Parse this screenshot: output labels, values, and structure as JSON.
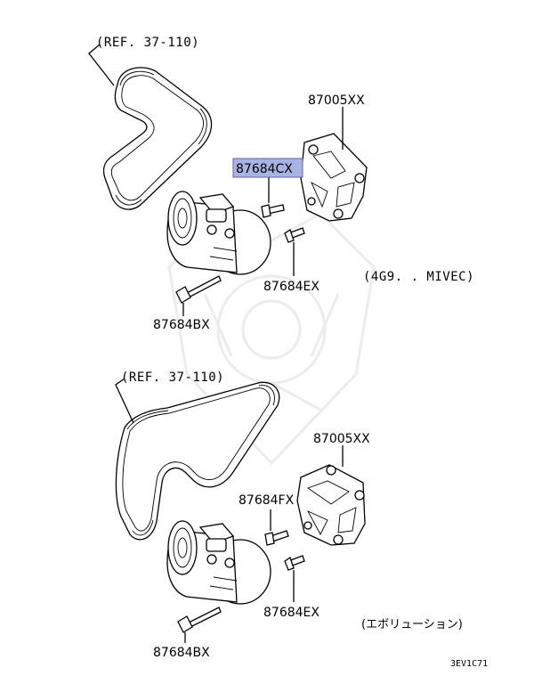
{
  "diagram": {
    "top_group": {
      "ref_label": "(REF. 37-110)",
      "engine_note": "(4G9. . MIVEC)",
      "callouts": {
        "bracket": "87005XX",
        "bolt_highlighted": "87684CX",
        "bolt_lower": "87684EX",
        "compressor_bolt": "87684BX"
      }
    },
    "bottom_group": {
      "ref_label": "(REF. 37-110)",
      "model_note": "(エボリューション)",
      "callouts": {
        "bracket": "87005XX",
        "bolt_upper": "87684FX",
        "bolt_lower": "87684EX",
        "compressor_bolt": "87684BX"
      }
    },
    "figure_code": "3EV1C71",
    "highlight_color": "#a9b3e2"
  }
}
